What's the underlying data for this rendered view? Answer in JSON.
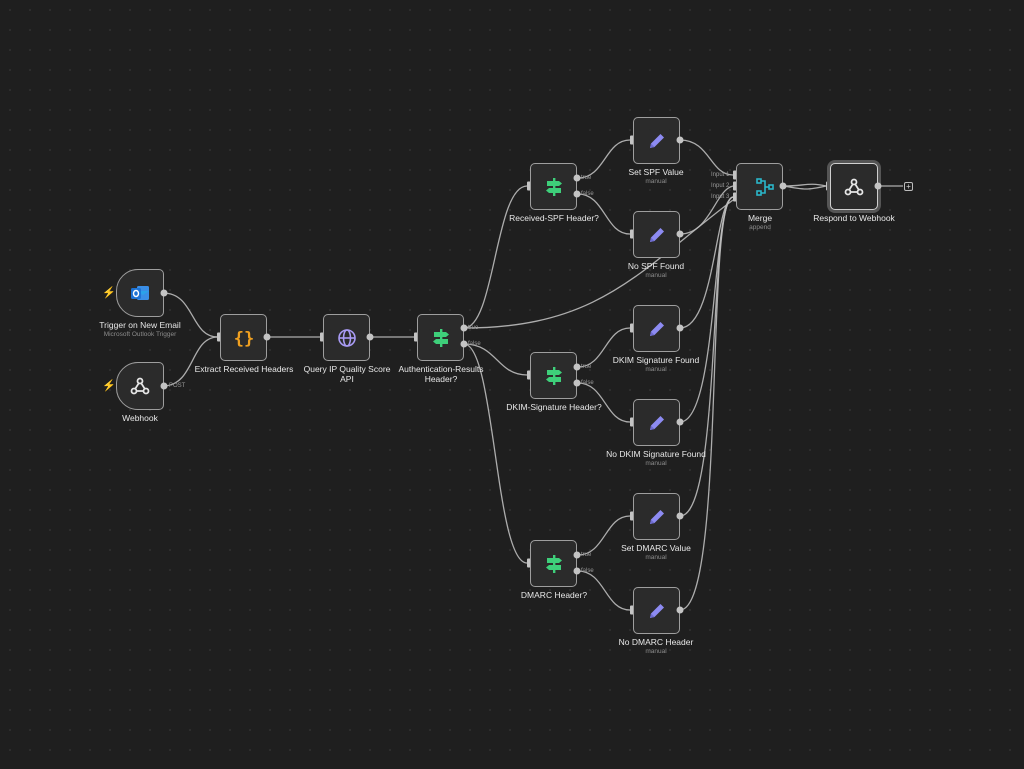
{
  "workflow": {
    "nodes": {
      "trigger_email": {
        "label": "Trigger on New Email",
        "subtitle": "Microsoft Outlook Trigger",
        "icon": "outlook-icon"
      },
      "webhook": {
        "label": "Webhook",
        "icon": "webhook-icon",
        "port_label": "POST"
      },
      "extract_headers": {
        "label": "Extract Received Headers",
        "icon": "code-braces-icon"
      },
      "query_ip": {
        "label_line1": "Query IP Quality Score",
        "label_line2": "API",
        "icon": "globe-icon"
      },
      "auth_results": {
        "label_line1": "Authentication-Results",
        "label_line2": "Header?",
        "icon": "if-signpost-icon"
      },
      "received_spf": {
        "label": "Received-SPF Header?",
        "icon": "if-signpost-icon"
      },
      "dkim_sig": {
        "label": "DKIM-Signature Header?",
        "icon": "if-signpost-icon"
      },
      "dmarc": {
        "label": "DMARC Header?",
        "icon": "if-signpost-icon"
      },
      "set_spf": {
        "label": "Set SPF Value",
        "subtitle": "manual",
        "icon": "pencil-icon"
      },
      "no_spf": {
        "label": "No SPF Found",
        "subtitle": "manual",
        "icon": "pencil-icon"
      },
      "dkim_found": {
        "label": "DKIM Signature Found",
        "subtitle": "manual",
        "icon": "pencil-icon"
      },
      "no_dkim": {
        "label": "No DKIM Signature Found",
        "subtitle": "manual",
        "icon": "pencil-icon"
      },
      "set_dmarc": {
        "label": "Set DMARC Value",
        "subtitle": "manual",
        "icon": "pencil-icon"
      },
      "no_dmarc": {
        "label": "No DMARC Header",
        "subtitle": "manual",
        "icon": "pencil-icon"
      },
      "merge": {
        "label": "Merge",
        "subtitle": "append",
        "icon": "merge-icon",
        "inputs": [
          "Input 1",
          "Input 2",
          "Input 3"
        ]
      },
      "respond": {
        "label": "Respond to Webhook",
        "icon": "webhook-icon"
      }
    },
    "branch_labels": {
      "true": "true",
      "false": "false"
    },
    "add_button": "+"
  },
  "colors": {
    "background": "#1f1f1f",
    "node_fill": "#2b2b2b",
    "node_border": "#9e9e9e",
    "edge": "#bdbdbd",
    "if_green": "#3ecf7a",
    "code_orange": "#f0a020",
    "globe_purple": "#a99bf5",
    "pencil_purple": "#8d8bf2",
    "merge_teal": "#2ab6c9",
    "outlook_blue": "#1e73d4",
    "trigger_bolt": "#e8663f"
  }
}
